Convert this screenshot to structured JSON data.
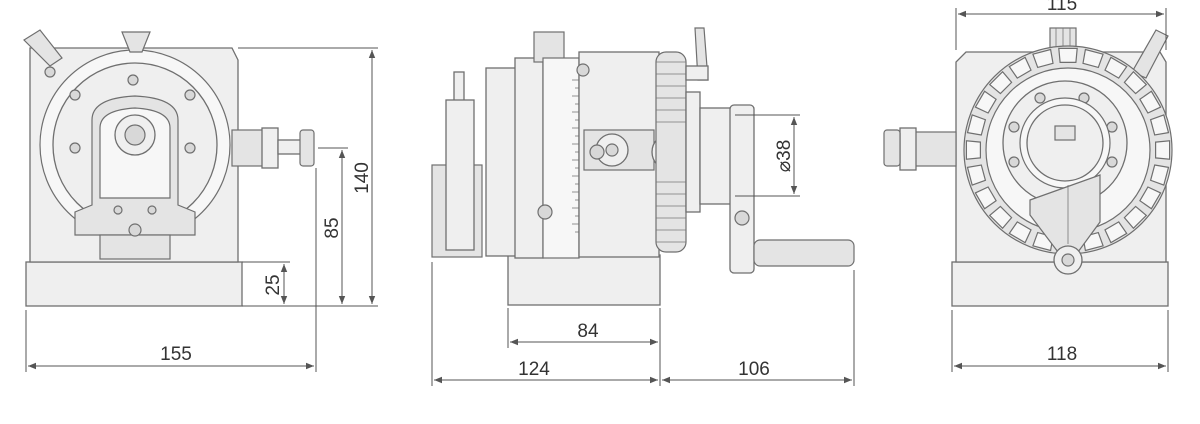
{
  "colors": {
    "line": "#6f6f6f",
    "fill": "#efefef",
    "dimension": "#555555",
    "background": "#ffffff"
  },
  "dimensions": {
    "front_width": "155",
    "front_height_total": "140",
    "front_center_height": "85",
    "front_base_height": "25",
    "side_base_depth": "84",
    "side_body_depth": "124",
    "side_handle_extension": "106",
    "side_bore_diameter": "⌀38",
    "rear_top_width": "115",
    "rear_base_width": "118"
  }
}
